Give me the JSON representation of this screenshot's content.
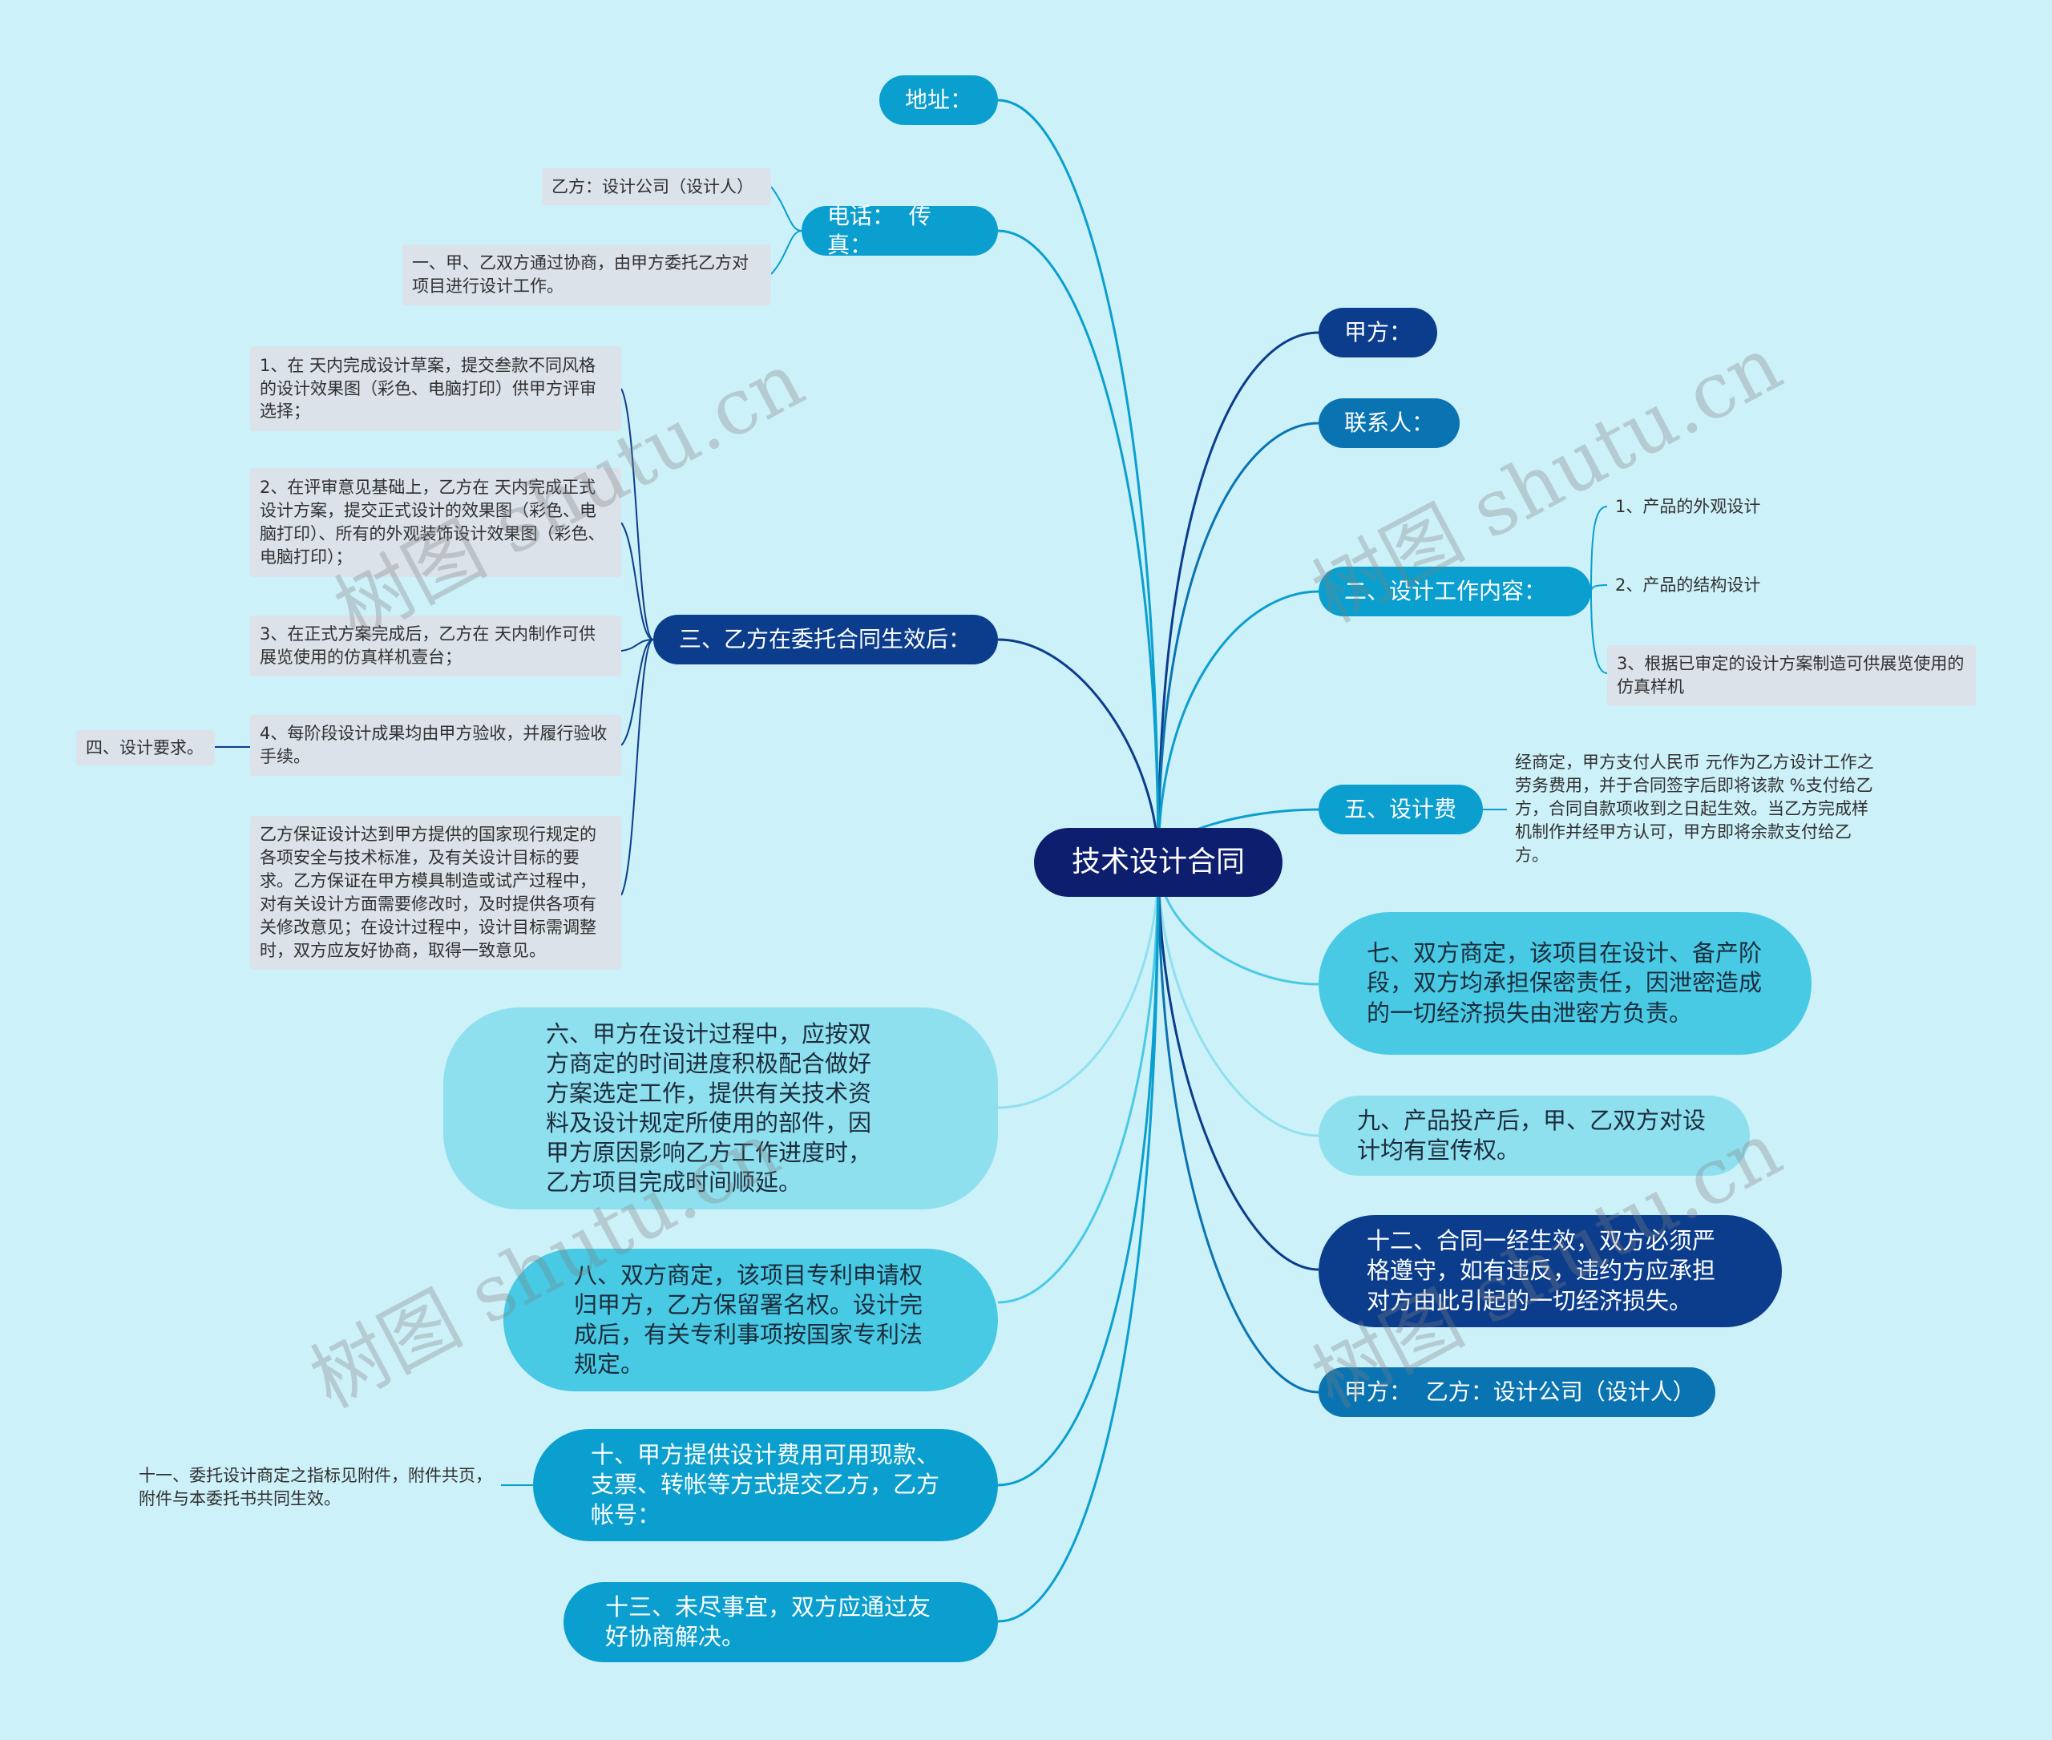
{
  "root": {
    "label": "技术设计合同"
  },
  "right": {
    "jiafang": "甲方：",
    "contact": "联系人：",
    "work": {
      "label": "二、设计工作内容：",
      "items": [
        "1、产品的外观设计",
        "2、产品的结构设计",
        "3、根据已审定的设计方案制造可供展览使用的仿真样机"
      ]
    },
    "fee": {
      "label": "五、设计费",
      "note": "经商定，甲方支付人民币 元作为乙方设计工作之劳务费用，并于合同签字后即将该款 %支付给乙方，合同自款项收到之日起生效。当乙方完成样机制作并经甲方认可，甲方即将余款支付给乙方。"
    },
    "seven": "七、双方商定，该项目在设计、备产阶段，双方均承担保密责任，因泄密造成的一切经济损失由泄密方负责。",
    "nine": "九、产品投产后，甲、乙双方对设计均有宣传权。",
    "twelve": "十二、合同一经生效，双方必须严格遵守，如有违反，违约方应承担对方由此引起的一切经济损失。",
    "parties": "甲方：  乙方：设计公司（设计人）"
  },
  "left": {
    "address": "地址：",
    "phone": {
      "label": "电话：  传真：",
      "items": [
        "乙方：设计公司（设计人）",
        "一、甲、乙双方通过协商，由甲方委托乙方对项目进行设计工作。"
      ]
    },
    "three": {
      "label": "三、乙方在委托合同生效后：",
      "items": [
        "1、在 天内完成设计草案，提交叁款不同风格的设计效果图（彩色、电脑打印）供甲方评审选择；",
        "2、在评审意见基础上，乙方在 天内完成正式设计方案，提交正式设计的效果图（彩色、电脑打印）、所有的外观装饰设计效果图（彩色、电脑打印）；",
        "3、在正式方案完成后，乙方在 天内制作可供展览使用的仿真样机壹台；",
        "4、每阶段设计成果均由甲方验收，并履行验收手续。",
        "乙方保证设计达到甲方提供的国家现行规定的各项安全与技术标准，及有关设计目标的要求。乙方保证在甲方模具制造或试产过程中，对有关设计方面需要修改时，及时提供各项有关修改意见；在设计过程中，设计目标需调整时，双方应友好协商，取得一致意见。"
      ],
      "sub4": "四、设计要求。"
    },
    "six": "六、甲方在设计过程中，应按双方商定的时间进度积极配合做好方案选定工作，提供有关技术资料及设计规定所使用的部件，因甲方原因影响乙方工作进度时，乙方项目完成时间顺延。",
    "eight": "八、双方商定，该项目专利申请权归甲方，乙方保留署名权。设计完成后，有关专利事项按国家专利法规定。",
    "ten": {
      "label": "十、甲方提供设计费用可用现款、支票、转帐等方式提交乙方，乙方帐号：",
      "note": "十一、委托设计商定之指标见附件，附件共页，附件与本委托书共同生效。"
    },
    "thirteen": "十三、未尽事宜，双方应通过友好协商解决。"
  },
  "watermark": "树图 shutu.cn",
  "colors": {
    "background": "#cdf1f8",
    "root": "#0d1e6e",
    "dark": "#0b3d8c",
    "mid": "#0a74b3",
    "bright": "#0a9fcf",
    "light": "#48cae4",
    "pale": "#8fe0ef"
  }
}
